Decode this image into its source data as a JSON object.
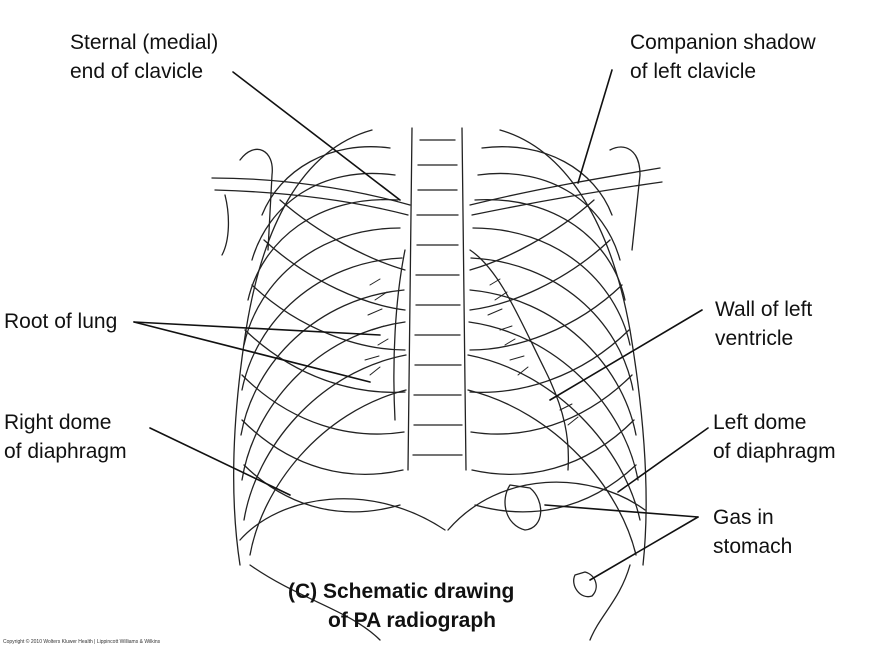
{
  "labels": {
    "sternal_end_clavicle": [
      "Sternal (medial)",
      "end of clavicle"
    ],
    "companion_shadow": [
      "Companion shadow",
      "of left clavicle"
    ],
    "root_of_lung": [
      "Root of lung"
    ],
    "wall_left_ventricle": [
      "Wall of left",
      "ventricle"
    ],
    "right_dome_diaphragm": [
      "Right dome",
      "of diaphragm"
    ],
    "left_dome_diaphragm": [
      "Left dome",
      "of diaphragm"
    ],
    "gas_in_stomach": [
      "Gas in",
      "stomach"
    ]
  },
  "caption": [
    "(C) Schematic drawing",
    "of PA radiograph"
  ],
  "copyright": "Copyright © 2010 Wolters Kluwer Health | Lippincott Williams & Wilkins",
  "colors": {
    "line": "#222222",
    "text": "#111111",
    "background": "#ffffff"
  }
}
